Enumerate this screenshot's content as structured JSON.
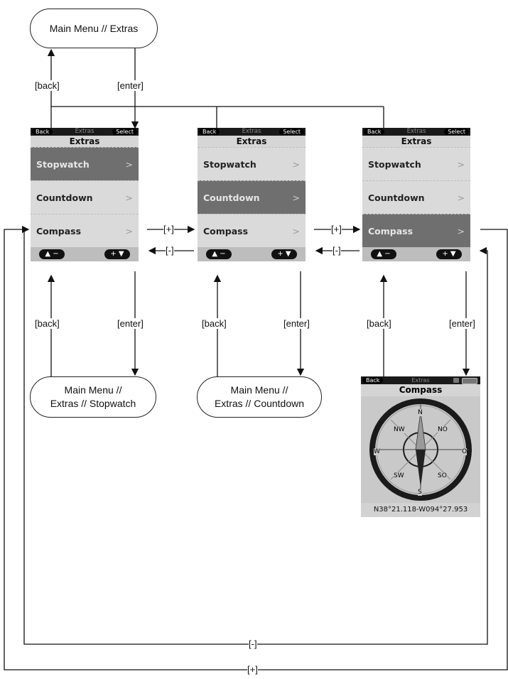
{
  "top_node": {
    "text": "Main Menu // Extras"
  },
  "edge_labels": {
    "back_top": "[back]",
    "enter_top": "[enter]",
    "plus_1": "[+]",
    "plus_2": "[+]",
    "minus_1": "[-]",
    "minus_2": "[-]",
    "back_1": "[back]",
    "enter_1": "[enter]",
    "back_2": "[back]",
    "enter_2": "[enter]",
    "back_3": "[back]",
    "enter_3": "[enter]",
    "bottom_minus": "[-]",
    "bottom_plus": "[+]"
  },
  "screens": [
    {
      "header": {
        "left": "Back",
        "center": "Extras",
        "right": "Select"
      },
      "title": "Extras",
      "items": [
        {
          "label": "Stopwatch",
          "chevron": ">"
        },
        {
          "label": "Countdown",
          "chevron": ">"
        },
        {
          "label": "Compass",
          "chevron": ">"
        }
      ],
      "footer": {
        "left": "▲ −",
        "right": "+ ▼"
      }
    },
    {
      "header": {
        "left": "Back",
        "center": "Extras",
        "right": "Select"
      },
      "title": "Extras",
      "items": [
        {
          "label": "Stopwatch",
          "chevron": ">"
        },
        {
          "label": "Countdown",
          "chevron": ">"
        },
        {
          "label": "Compass",
          "chevron": ">"
        }
      ],
      "footer": {
        "left": "▲ −",
        "right": "+ ▼"
      }
    },
    {
      "header": {
        "left": "Back",
        "center": "Extras",
        "right": "Select"
      },
      "title": "Extras",
      "items": [
        {
          "label": "Stopwatch",
          "chevron": ">"
        },
        {
          "label": "Countdown",
          "chevron": ">"
        },
        {
          "label": "Compass",
          "chevron": ">"
        }
      ],
      "footer": {
        "left": "▲ −",
        "right": "+ ▼"
      }
    }
  ],
  "sub_nodes": {
    "stopwatch": {
      "line1": "Main Menu //",
      "line2": "Extras // Stopwatch"
    },
    "countdown": {
      "line1": "Main Menu //",
      "line2": "Extras // Countdown"
    }
  },
  "compass_screen": {
    "header_left": "Back",
    "header_center": "Extras",
    "title": "Compass",
    "directions": {
      "n": "N",
      "s": "S",
      "w": "W",
      "o": "O",
      "nw": "NW",
      "no": "NO",
      "sw": "SW",
      "so": "SO"
    },
    "coordinates": "N38°21.118-W094°27.953"
  },
  "colors": {
    "line": "#111111",
    "screen_bg": "#d6d6d6",
    "selected_item": "#6f6f6f",
    "header_bar": "#1a1a1a"
  }
}
